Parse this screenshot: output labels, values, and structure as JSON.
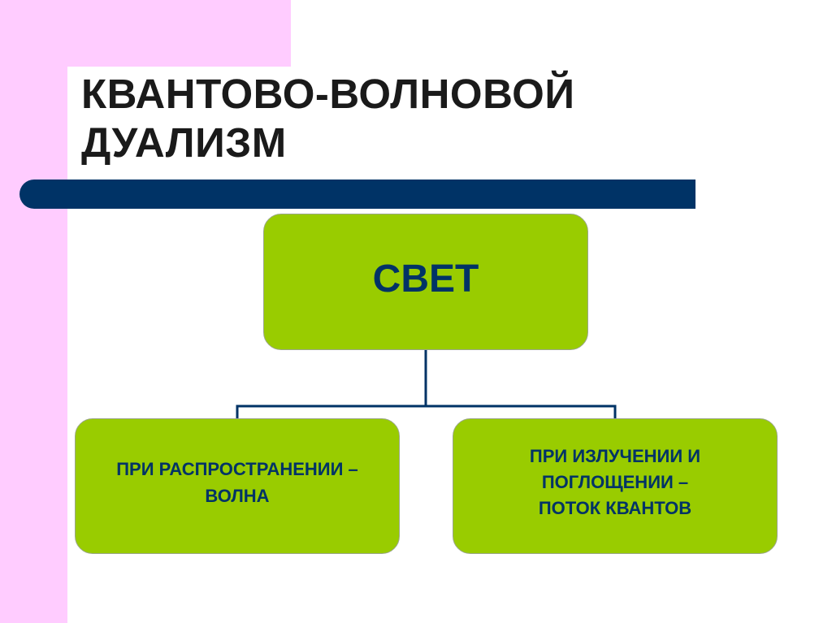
{
  "title": {
    "line1": "КВАНТОВО-ВОЛНОВОЙ",
    "line2": "ДУАЛИЗМ"
  },
  "diagram": {
    "root": {
      "label": "СВЕТ"
    },
    "children": [
      {
        "label": "ПРИ РАСПРОСТРАНЕНИИ –\nВОЛНА"
      },
      {
        "label": "ПРИ ИЗЛУЧЕНИИ И\nПОГЛОЩЕНИИ –\nПОТОК КВАНТОВ"
      }
    ]
  },
  "colors": {
    "background": "#ffffff",
    "accent_pink": "#ffccff",
    "bar_navy": "#003366",
    "node_fill": "#99cc00",
    "node_text": "#003366",
    "connector": "#003366"
  }
}
